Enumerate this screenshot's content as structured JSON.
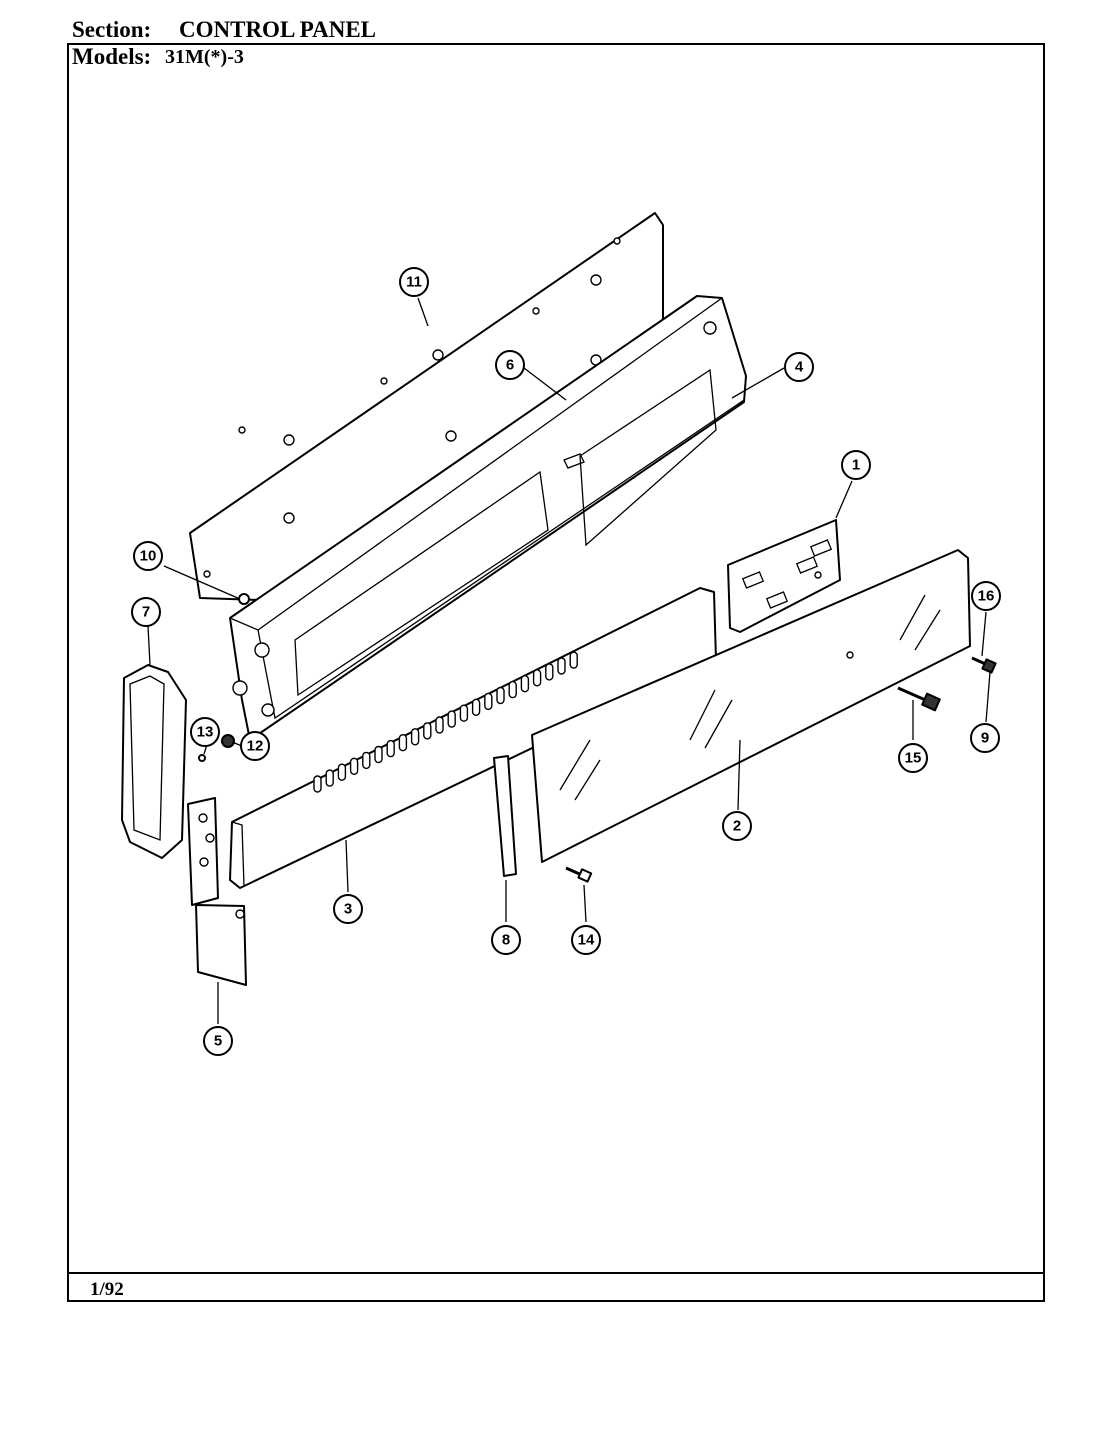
{
  "header": {
    "section_label": "Section:",
    "section_value": "CONTROL PANEL",
    "models_label": "Models:",
    "models_value": "31M(*)-3"
  },
  "footer": {
    "date": "1/92"
  },
  "callouts": [
    "1",
    "2",
    "3",
    "4",
    "5",
    "6",
    "7",
    "8",
    "9",
    "10",
    "11",
    "12",
    "13",
    "14",
    "15",
    "16"
  ]
}
